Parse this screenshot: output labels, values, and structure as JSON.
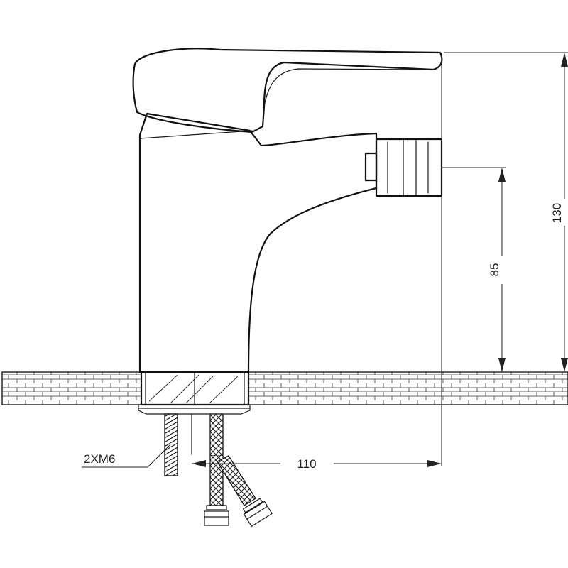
{
  "dimensions": {
    "total_height": "130",
    "outlet_height": "85",
    "reach": "110",
    "fixing_studs": "2XM6"
  },
  "colors": {
    "line": "#1a1a1a",
    "background": "#ffffff"
  }
}
